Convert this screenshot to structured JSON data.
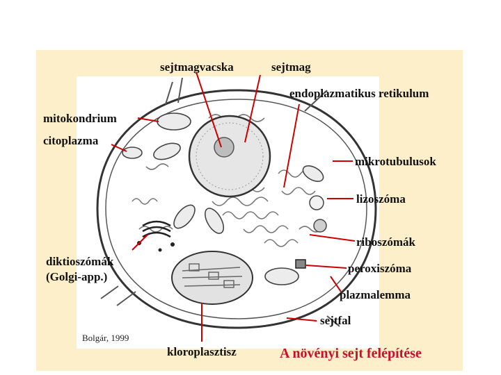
{
  "labels": {
    "sejtmagvacska": "sejtmagvacska",
    "sejtmag": "sejtmag",
    "endoplazmatikus": "endoplazmatikus retikulum",
    "mitokondrium": "mitokondrium",
    "citoplazma": "citoplazma",
    "mikrotubulusok": "mikrotubulusok",
    "lizoszoma": "lizoszóma",
    "riboszomak": "riboszómák",
    "peroxiszoma": "peroxiszóma",
    "diktioszomak": "diktioszómák",
    "golgi": "(Golgi-app.)",
    "plazmalemma": "plazmalemma",
    "sejtfal": "sejtfal",
    "kloroplasztisz": "kloroplasztisz"
  },
  "credit": "Bolgár, 1999",
  "title": "A növényi sejt felépítése",
  "colors": {
    "panel": "#fcefc9",
    "title": "#c8102e",
    "pointer": "#cc0000",
    "ink": "#111111"
  }
}
